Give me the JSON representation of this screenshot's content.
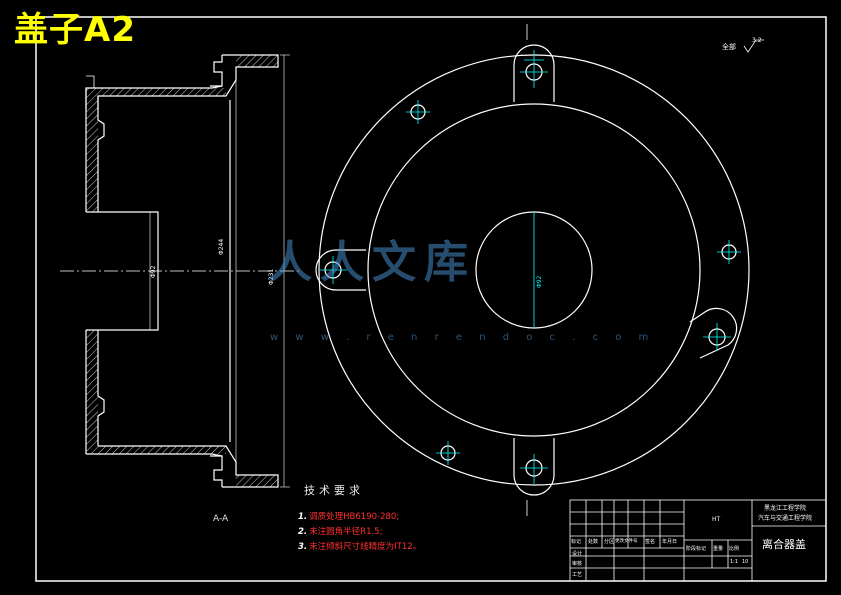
{
  "title": "盖子A2",
  "section_label": "A-A",
  "roughness_note": "全部",
  "roughness_value": "3.2",
  "dimensions": {
    "bore": "Φ92",
    "outer_1": "Φ244",
    "outer_2": "Φ231",
    "center": "Φ92"
  },
  "technical_requirements": {
    "heading": "技术要求",
    "items": [
      {
        "num": "1.",
        "text": "调质处理HB6190-280;"
      },
      {
        "num": "2.",
        "text": "未注圆角半径R1.5;"
      },
      {
        "num": "3.",
        "text": "未注倾斜尺寸线精度为IT12。"
      }
    ]
  },
  "title_block": {
    "part_name": "离合器盖",
    "material": "HT",
    "school_line1": "黑龙江工程学院",
    "school_line2": "汽车与交通工程学院",
    "scale_label": "比例",
    "scale_value": "1:1",
    "sheet": "10",
    "header_cells": [
      "标记",
      "处数",
      "分区",
      "更改文件号",
      "签名",
      "年月日"
    ],
    "row_labels": [
      "设计",
      "审核",
      "工艺"
    ],
    "stage_labels": [
      "阶段标记",
      "重量",
      "比例"
    ]
  },
  "watermark": {
    "text": "人人文库",
    "url": "w w w . r e n r e n d o c . c o m"
  },
  "colors": {
    "background": "#000000",
    "lines": "#ffffff",
    "centerlines": "#00ffff",
    "title": "#ffff00",
    "requirements": "#ff3030",
    "watermark": "#4a8cc8"
  }
}
